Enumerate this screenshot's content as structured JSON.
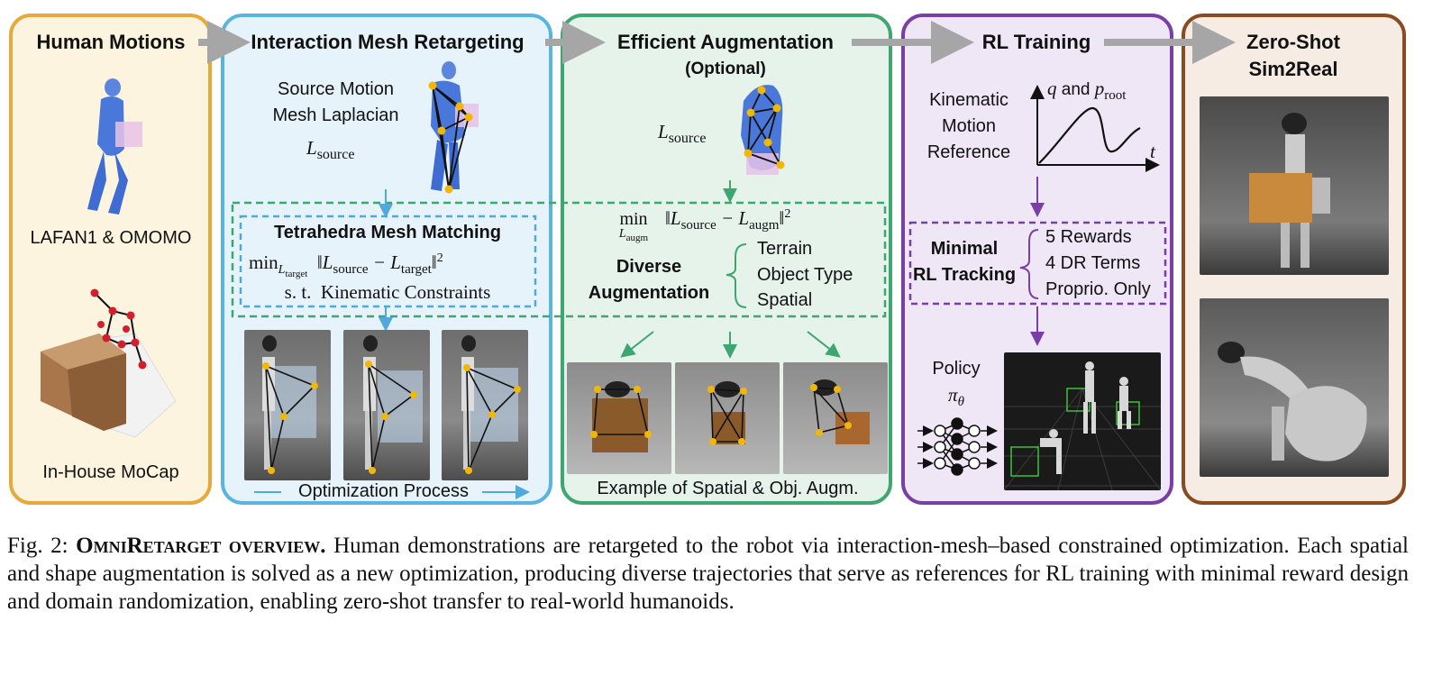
{
  "panels": {
    "human": {
      "title": "Human Motions",
      "dataset_label": "LAFAN1 & OMOMO",
      "mocap_label": "In-House MoCap",
      "color": "#E6A93A",
      "bg": "#FDF4DF"
    },
    "retarget": {
      "title": "Interaction Mesh Retargeting",
      "source_line1": "Source Motion",
      "source_line2": "Mesh Laplacian",
      "l_source": "L",
      "l_source_sub": "source",
      "box_title": "Tetrahedra Mesh Matching",
      "box_objective": "min",
      "box_objective_sub": "L",
      "box_objective_subsub": "target",
      "box_norm": "‖L",
      "box_norm_sub1": "source",
      "box_norm_mid": " − L",
      "box_norm_sub2": "target",
      "box_norm_end": "‖",
      "box_sq": "2",
      "box_constraint": "s. t.  Kinematic Constraints",
      "process_label": "Optimization Process",
      "color": "#5AB4E0",
      "bg": "#E7F3FB"
    },
    "augment": {
      "title": "Efficient Augmentation",
      "subtitle": "(Optional)",
      "l_source": "L",
      "l_source_sub": "source",
      "min_word": "min",
      "min_sub": "L",
      "min_subsub": "augm",
      "norm_a": "‖L",
      "norm_a_sub": "source",
      "norm_mid": " − L",
      "norm_b_sub": "augm",
      "norm_end": "‖",
      "norm_sq": "2",
      "diverse_line1": "Diverse",
      "diverse_line2": "Augmentation",
      "options": [
        "Terrain",
        "Object Type",
        "Spatial"
      ],
      "example_label": "Example of Spatial & Obj. Augm.",
      "color": "#3FA672",
      "bg": "#E5F3EA"
    },
    "rl": {
      "title": "RL Training",
      "ref_lines": [
        "Kinematic",
        "Motion",
        "Reference"
      ],
      "plot_q": "q",
      "plot_and": " and ",
      "plot_p": "p",
      "plot_p_sub": "root",
      "plot_t": "t",
      "minimal_line1": "Minimal",
      "minimal_line2": "RL Tracking",
      "items": [
        "5 Rewards",
        "4 DR Terms",
        "Proprio. Only"
      ],
      "policy_label": "Policy",
      "policy_symbol": "π",
      "policy_sub": "θ",
      "color": "#7A3FA6",
      "bg": "#EFE6F6"
    },
    "sim2real": {
      "title_line1": "Zero-Shot",
      "title_line2": "Sim2Real",
      "color": "#8A4A22",
      "bg": "#F7ECE4"
    }
  },
  "caption": {
    "prefix": "Fig. 2: ",
    "bold": "OmniRetarget overview.",
    "body": " Human demonstrations are retargeted to the robot via interaction-mesh–based constrained optimization. Each spatial and shape augmentation is solved as a new optimization, producing diverse trajectories that serve as references for RL training with minimal reward design and domain randomization, enabling zero-shot transfer to real-world humanoids."
  }
}
